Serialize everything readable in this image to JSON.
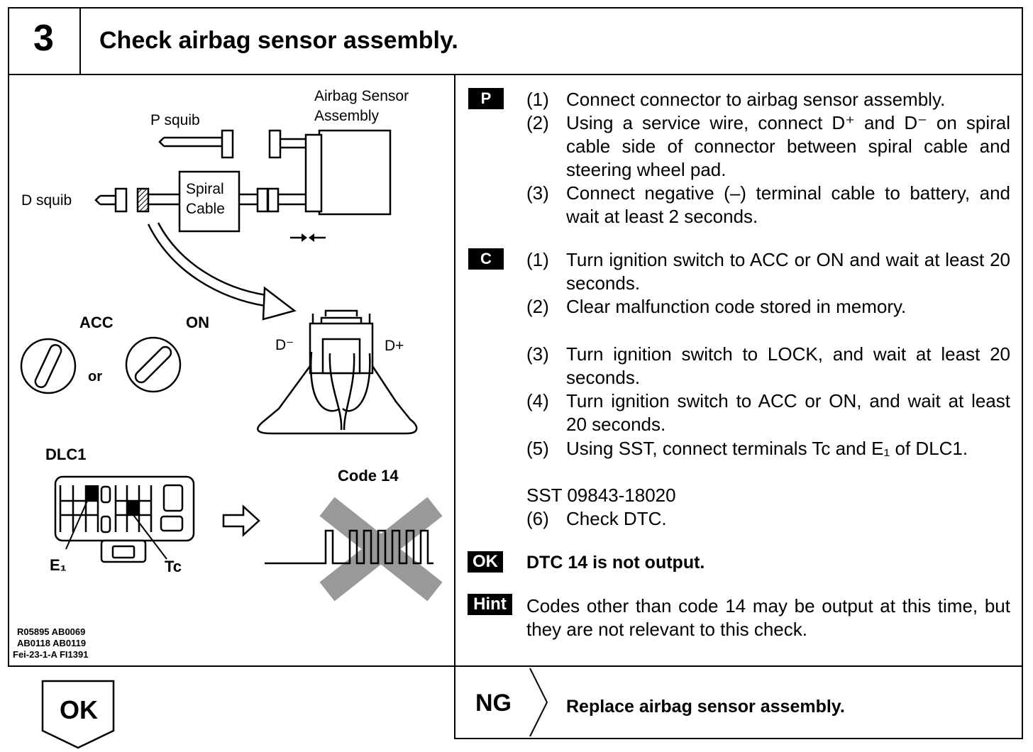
{
  "header": {
    "step_number": "3",
    "title": "Check airbag sensor assembly."
  },
  "figure": {
    "labels": {
      "airbag_sensor_line1": "Airbag Sensor",
      "airbag_sensor_line2": "Assembly",
      "p_squib": "P squib",
      "d_squib": "D squib",
      "spiral_line1": "Spiral",
      "spiral_line2": "Cable",
      "acc": "ACC",
      "on": "ON",
      "or": "or",
      "d_minus": "D⁻",
      "d_plus": "D+",
      "dlc1": "DLC1",
      "code14": "Code  14",
      "e1": "E₁",
      "tc": "Tc"
    },
    "ref_codes": [
      "R05895 AB0069",
      "AB0118 AB0119",
      "Fei-23-1-A FI1391"
    ]
  },
  "procedure": {
    "p": {
      "tag": "P",
      "steps": [
        {
          "n": "(1)",
          "text": "Connect connector to airbag sensor assembly."
        },
        {
          "n": "(2)",
          "text": "Using a service wire, connect D⁺ and D⁻ on spiral cable side of connector between spiral cable and steering wheel pad."
        },
        {
          "n": "(3)",
          "text": "Connect negative (–) terminal cable to battery, and wait at least 2 seconds."
        }
      ]
    },
    "c": {
      "tag": "C",
      "steps": [
        {
          "n": "(1)",
          "text": "Turn ignition switch to ACC or ON and wait at least 20 seconds."
        },
        {
          "n": "(2)",
          "text": "Clear malfunction code stored in memory."
        },
        {
          "n": "(3)",
          "text": "Turn ignition switch to LOCK, and wait at least 20 seconds."
        },
        {
          "n": "(4)",
          "text": "Turn ignition switch to ACC or ON, and wait at least 20 seconds."
        },
        {
          "n": "(5)",
          "text": "Using SST, connect terminals Tc and E₁ of DLC1."
        }
      ],
      "sst": "SST 09843-18020",
      "step6_n": "(6)",
      "step6_text": "Check DTC."
    },
    "ok": {
      "tag": "OK",
      "text": "DTC 14 is not output."
    },
    "hint": {
      "tag": "Hint",
      "text": "Codes other than code 14 may be output at this time, but they are not relevant to this check."
    }
  },
  "footer": {
    "ok_label": "OK",
    "ng_label": "NG",
    "ng_action": "Replace airbag sensor assembly."
  }
}
